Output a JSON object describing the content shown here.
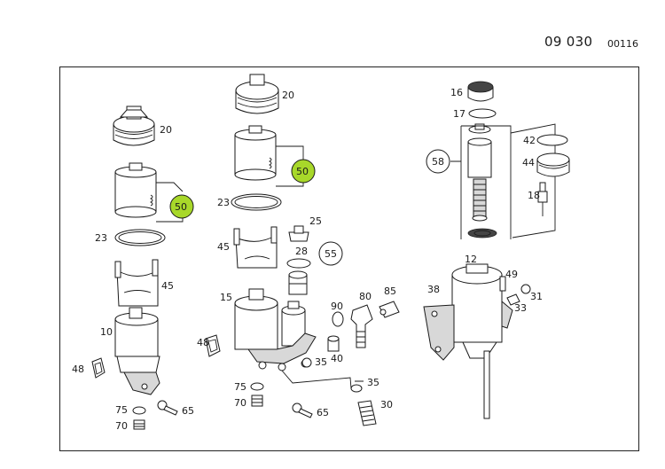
{
  "header": {
    "code": "09 030",
    "ref": "00116"
  },
  "colors": {
    "highlight": "#a8d82a",
    "line": "#1a1a1a"
  },
  "labels": {
    "l_20a": "20",
    "l_50a": "50",
    "l_23a": "23",
    "l_45a": "45",
    "l_10": "10",
    "l_48a": "48",
    "l_75a": "75",
    "l_70a": "70",
    "l_65a": "65",
    "l_20b": "20",
    "l_50b": "50",
    "l_23b": "23",
    "l_25": "25",
    "l_45b": "45",
    "l_28": "28",
    "l_55": "55",
    "l_15": "15",
    "l_48b": "48",
    "l_90": "90",
    "l_80": "80",
    "l_85": "85",
    "l_40": "40",
    "l_35a": "35",
    "l_75b": "75",
    "l_70b": "70",
    "l_35b": "35",
    "l_65b": "65",
    "l_30": "30",
    "l_16": "16",
    "l_17": "17",
    "l_58": "58",
    "l_42": "42",
    "l_44": "44",
    "l_18": "18",
    "l_12": "12",
    "l_49": "49",
    "l_38": "38",
    "l_31": "31",
    "l_33": "33"
  }
}
